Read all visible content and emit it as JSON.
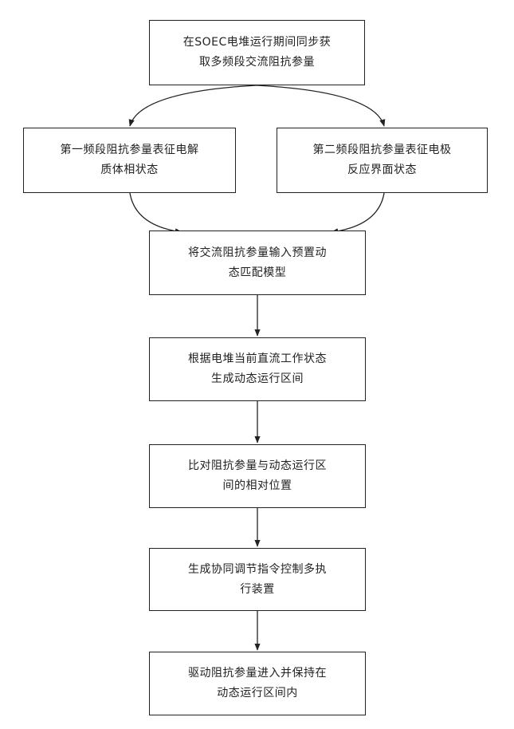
{
  "diagram": {
    "nodes": [
      {
        "id": "n1",
        "text": "在SOEC电堆运行期间同步获\n取多频段交流阻抗参量"
      },
      {
        "id": "n2",
        "text": "第一频段阻抗参量表征电解\n质体相状态"
      },
      {
        "id": "n3",
        "text": "第二频段阻抗参量表征电极\n反应界面状态"
      },
      {
        "id": "n4",
        "text": "将交流阻抗参量输入预置动\n态匹配模型"
      },
      {
        "id": "n5",
        "text": "根据电堆当前直流工作状态\n生成动态运行区间"
      },
      {
        "id": "n6",
        "text": "比对阻抗参量与动态运行区\n间的相对位置"
      },
      {
        "id": "n7",
        "text": "生成协同调节指令控制多执\n行装置"
      },
      {
        "id": "n8",
        "text": "驱动阻抗参量进入并保持在\n动态运行区间内"
      }
    ],
    "edges": [
      {
        "from": "n1",
        "to": "n2"
      },
      {
        "from": "n1",
        "to": "n3"
      },
      {
        "from": "n2",
        "to": "n4"
      },
      {
        "from": "n3",
        "to": "n4"
      },
      {
        "from": "n4",
        "to": "n5"
      },
      {
        "from": "n5",
        "to": "n6"
      },
      {
        "from": "n6",
        "to": "n7"
      },
      {
        "from": "n7",
        "to": "n8"
      }
    ],
    "colors": {
      "line": "#222222",
      "box_border": "#222222",
      "background": "#ffffff"
    }
  }
}
